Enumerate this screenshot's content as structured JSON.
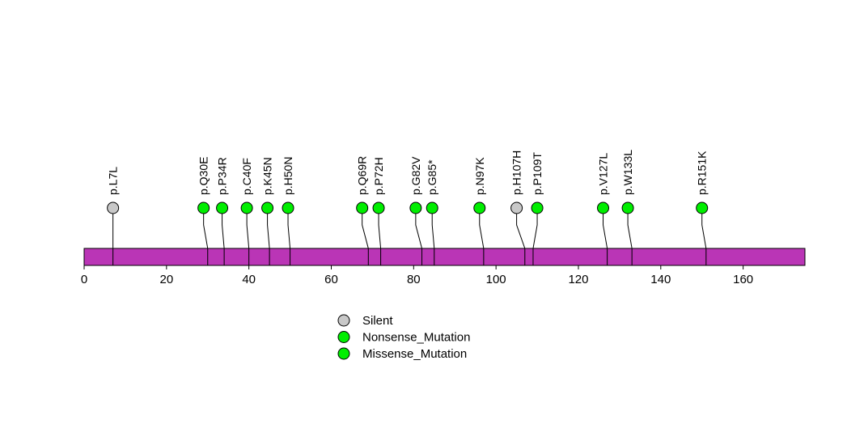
{
  "figure": {
    "background": "#ffffff",
    "title": ""
  },
  "chart_data": {
    "type": "lollipop",
    "title": "",
    "xlabel": "",
    "ylabel": "",
    "xlim": [
      0,
      175
    ],
    "x_ticks": [
      0,
      20,
      40,
      60,
      80,
      100,
      120,
      140,
      160
    ],
    "grid": false,
    "protein_bar": {
      "start": 0,
      "end": 175,
      "fill_color": "#b424b0",
      "border_color": "#000000"
    },
    "mutation_type_colors": {
      "Silent": "#c8c8c8",
      "Nonsense_Mutation": "#00ee00",
      "Missense_Mutation": "#00ee00"
    },
    "mutations": [
      {
        "label": "p.L7L",
        "pos": 7,
        "label_pos": 7,
        "type": "Silent"
      },
      {
        "label": "p.Q30E",
        "pos": 30,
        "label_pos": 29,
        "type": "Missense_Mutation"
      },
      {
        "label": "p.P34R",
        "pos": 34,
        "label_pos": 33.5,
        "type": "Missense_Mutation"
      },
      {
        "label": "p.C40F",
        "pos": 40,
        "label_pos": 39.5,
        "type": "Missense_Mutation"
      },
      {
        "label": "p.K45N",
        "pos": 45,
        "label_pos": 44.5,
        "type": "Missense_Mutation"
      },
      {
        "label": "p.H50N",
        "pos": 50,
        "label_pos": 49.5,
        "type": "Missense_Mutation"
      },
      {
        "label": "p.Q69R",
        "pos": 69,
        "label_pos": 67.5,
        "type": "Missense_Mutation"
      },
      {
        "label": "p.P72H",
        "pos": 72,
        "label_pos": 71.5,
        "type": "Missense_Mutation"
      },
      {
        "label": "p.G82V",
        "pos": 82,
        "label_pos": 80.5,
        "type": "Missense_Mutation"
      },
      {
        "label": "p.G85*",
        "pos": 85,
        "label_pos": 84.5,
        "type": "Nonsense_Mutation"
      },
      {
        "label": "p.N97K",
        "pos": 97,
        "label_pos": 96,
        "type": "Missense_Mutation"
      },
      {
        "label": "p.H107H",
        "pos": 107,
        "label_pos": 105,
        "type": "Silent"
      },
      {
        "label": "p.P109T",
        "pos": 109,
        "label_pos": 110,
        "type": "Missense_Mutation"
      },
      {
        "label": "p.V127L",
        "pos": 127,
        "label_pos": 126,
        "type": "Missense_Mutation"
      },
      {
        "label": "p.W133L",
        "pos": 133,
        "label_pos": 132,
        "type": "Missense_Mutation"
      },
      {
        "label": "p.R151K",
        "pos": 151,
        "label_pos": 150,
        "type": "Missense_Mutation"
      }
    ],
    "legend": {
      "position": "bottom-center",
      "items": [
        {
          "label": "Silent",
          "color": "#c8c8c8"
        },
        {
          "label": "Nonsense_Mutation",
          "color": "#00ee00"
        },
        {
          "label": "Missense_Mutation",
          "color": "#00ee00"
        }
      ]
    }
  }
}
